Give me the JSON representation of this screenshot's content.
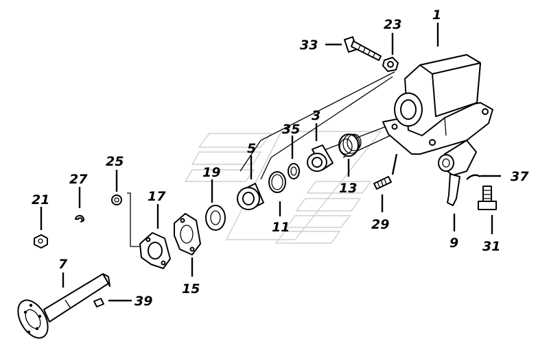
{
  "diagram": {
    "callouts": [
      {
        "id": "p1",
        "label": "1"
      },
      {
        "id": "p23",
        "label": "23"
      },
      {
        "id": "p33",
        "label": "33"
      },
      {
        "id": "p3",
        "label": "3"
      },
      {
        "id": "p35",
        "label": "35"
      },
      {
        "id": "p5",
        "label": "5"
      },
      {
        "id": "p19",
        "label": "19"
      },
      {
        "id": "p25",
        "label": "25"
      },
      {
        "id": "p27",
        "label": "27"
      },
      {
        "id": "p21",
        "label": "21"
      },
      {
        "id": "p17",
        "label": "17"
      },
      {
        "id": "p11",
        "label": "11"
      },
      {
        "id": "p13",
        "label": "13"
      },
      {
        "id": "p29",
        "label": "29"
      },
      {
        "id": "p37",
        "label": "37"
      },
      {
        "id": "p9",
        "label": "9"
      },
      {
        "id": "p31",
        "label": "31"
      },
      {
        "id": "p7",
        "label": "7"
      },
      {
        "id": "p39",
        "label": "39"
      },
      {
        "id": "p15",
        "label": "15"
      }
    ]
  }
}
